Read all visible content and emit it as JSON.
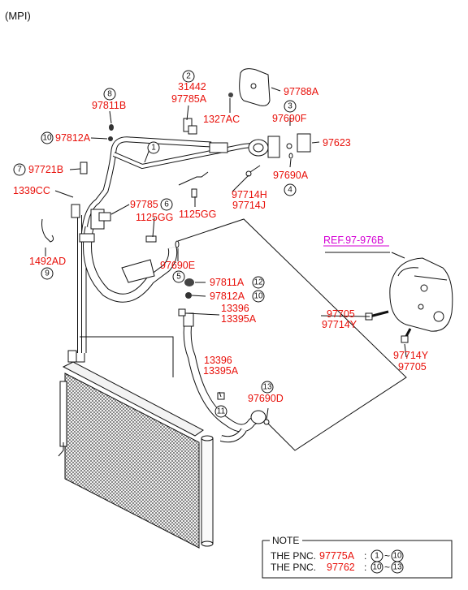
{
  "header": "(MPI)",
  "reference": "REF.97-976B",
  "labels": {
    "p97788A": "97788A",
    "p31442": "31442",
    "p97785A": "97785A",
    "p1327AC": "1327AC",
    "p97811B": "97811B",
    "p97812A_top": "97812A",
    "p97690F": "97690F",
    "p97623": "97623",
    "p97690A": "97690A",
    "p97721B": "97721B",
    "p1339CC": "1339CC",
    "p97714H": "97714H",
    "p97714J": "97714J",
    "p97785": "97785",
    "p1125GG_a": "1125GG",
    "p1125GG_b": "1125GG",
    "p1492AD": "1492AD",
    "p97690E": "97690E",
    "p97811A": "97811A",
    "p97812A_mid": "97812A",
    "p13396_a": "13396",
    "p13395A_a": "13395A",
    "p97705_a": "97705",
    "p97714Y_a": "97714Y",
    "p13396_b": "13396",
    "p13395A_b": "13395A",
    "p97714Y_b": "97714Y",
    "p97705_b": "97705",
    "p97690D": "97690D"
  },
  "callouts": {
    "c1": "1",
    "c2": "2",
    "c3": "3",
    "c4": "4",
    "c5": "5",
    "c6": "6",
    "c7": "7",
    "c8": "8",
    "c9": "9",
    "c10a": "10",
    "c10b": "10",
    "c11": "11",
    "c12": "12",
    "c13": "13"
  },
  "note": {
    "title": "NOTE",
    "rows": [
      {
        "prefix": "THE PNC.",
        "pnc": "97775A",
        "colon": ":",
        "from": "1",
        "tilde": "~",
        "to": "10"
      },
      {
        "prefix": "THE PNC.",
        "pnc": "97762",
        "colon": ":",
        "from": "10",
        "tilde": "~",
        "to": "13"
      }
    ]
  },
  "colors": {
    "label": "#e8100a",
    "reference": "#d400d4",
    "line": "#111111"
  }
}
